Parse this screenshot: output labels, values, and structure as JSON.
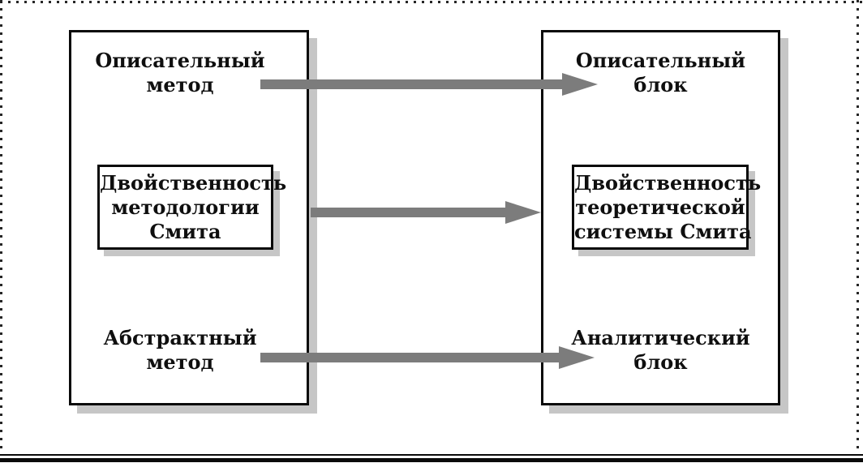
{
  "colors": {
    "arrow": "#7c7c7c",
    "shadow": "#c6c6c6",
    "dot": "#262626",
    "line": "#0a0a0a",
    "text": "#0f0f0f"
  },
  "figure": {
    "left_panel": {
      "top_label": {
        "line1": "Описательный",
        "line2": "метод"
      },
      "inner_box": {
        "line1": "Двойственность",
        "line2": "методологии",
        "line3": "Смита"
      },
      "bottom_label": {
        "line1": "Абстрактный",
        "line2": "метод"
      }
    },
    "right_panel": {
      "top_label": {
        "line1": "Описательный",
        "line2": "блок"
      },
      "inner_box": {
        "line1": "Двойственность",
        "line2": "теоретической",
        "line3": "системы Смита"
      },
      "bottom_label": {
        "line1": "Аналитический",
        "line2": "блок"
      }
    }
  }
}
